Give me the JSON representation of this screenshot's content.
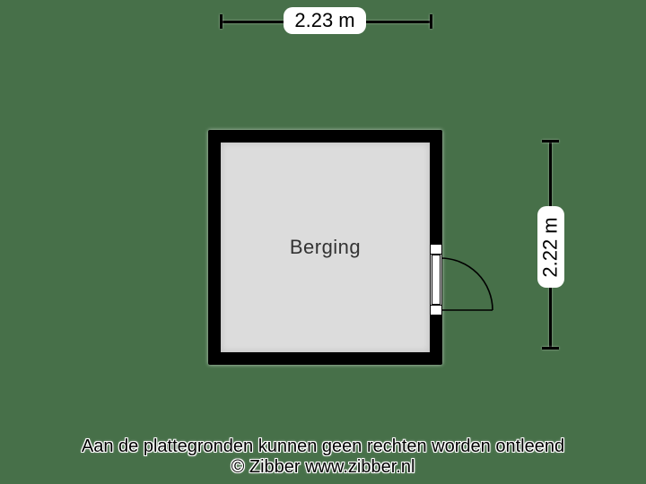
{
  "colors": {
    "background": "#477049",
    "wall": "#000000",
    "floor": "#dcdcdc",
    "label_background": "#ffffff",
    "text": "#000000"
  },
  "plan": {
    "room_label": "Berging"
  },
  "dimensions": {
    "width_label": "2.23 m",
    "height_label": "2.22 m"
  },
  "icons": {
    "door_swing": "quarter-arc-door-swing"
  },
  "footer": {
    "disclaimer": "Aan de plattegronden kunnen geen rechten worden ontleend",
    "copyright": "© Zibber www.zibber.nl"
  }
}
